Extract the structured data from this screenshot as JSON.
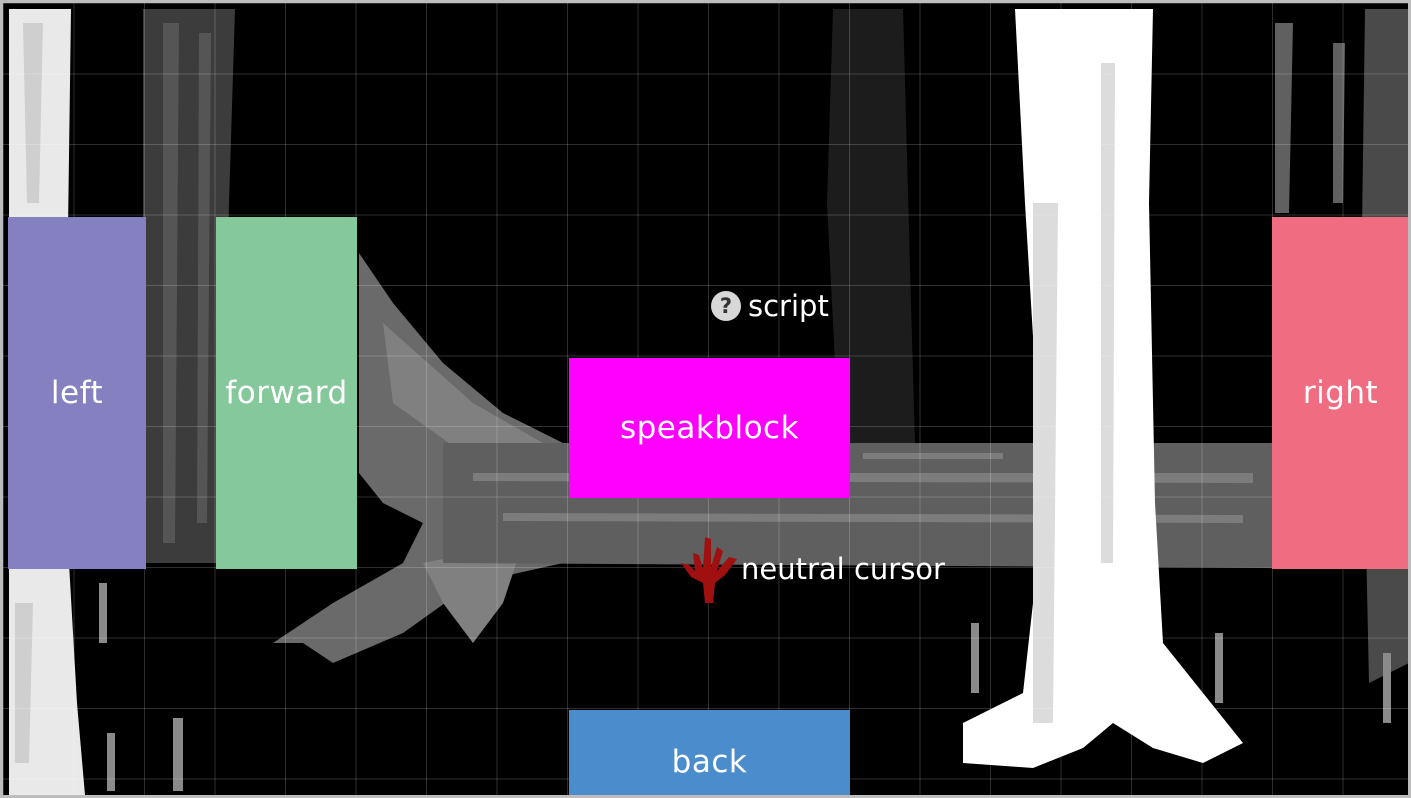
{
  "zones": {
    "left": {
      "label": "left",
      "color": "#8580c0"
    },
    "forward": {
      "label": "forward",
      "color": "#85c89c"
    },
    "right": {
      "label": "right",
      "color": "#f06c80"
    },
    "speak": {
      "label": "speakblock",
      "color": "#ff00ff"
    },
    "back": {
      "label": "back",
      "color": "#4a8ccc"
    }
  },
  "script": {
    "label": "script",
    "icon": "question-circle-icon"
  },
  "cursor": {
    "label": "neutral cursor",
    "icon": "claw-hand-icon",
    "color": "#a01010"
  }
}
